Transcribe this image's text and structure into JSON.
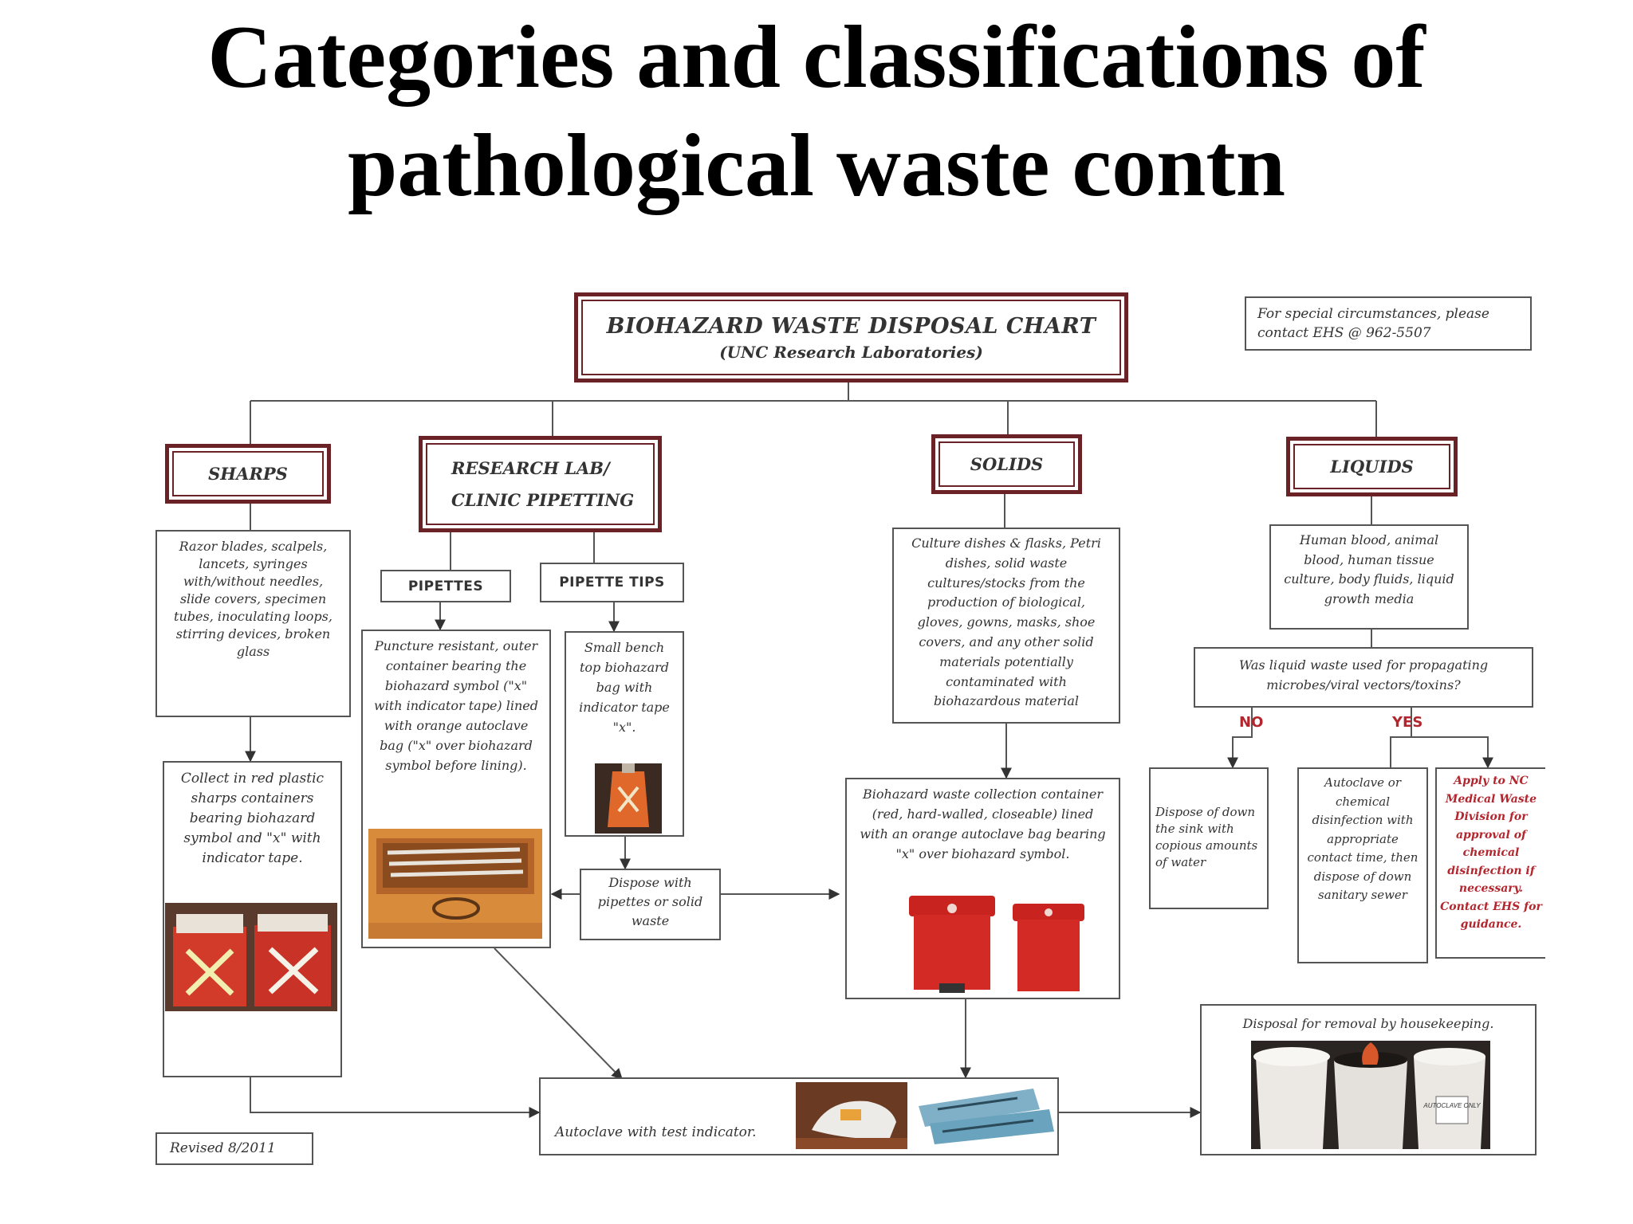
{
  "slide_title": [
    "Categories and classifications of",
    "pathological waste contn"
  ],
  "chart": {
    "title": "BIOHAZARD WASTE DISPOSAL CHART",
    "subtitle": "(UNC Research Laboratories)",
    "contact_note": "For special circumstances, please contact EHS @ 962-5507",
    "categories": {
      "sharps": "SHARPS",
      "research_line1": "RESEARCH LAB/",
      "research_line2": "CLINIC PIPETTING",
      "solids": "SOLIDS",
      "liquids": "LIQUIDS"
    },
    "sharps_items": "Razor blades, scalpels, lancets, syringes with/without needles, slide covers, specimen tubes, inoculating loops, stirring devices, broken glass",
    "sharps_collect": "Collect in red plastic sharps containers bearing biohazard symbol and \"x\" with indicator tape.",
    "pipettes_label": "PIPETTES",
    "pipette_tips_label": "PIPETTE TIPS",
    "pipettes_container": "Puncture resistant, outer container bearing the biohazard symbol (\"x\" with indicator tape) lined with orange autoclave bag (\"x\" over biohazard symbol before lining).",
    "pipette_tips_bag": "Small bench top biohazard bag with indicator tape \"x\".",
    "dispose_with": "Dispose with pipettes or solid waste",
    "solids_items": "Culture dishes & flasks, Petri dishes, solid waste cultures/stocks from the production of biological, gloves, gowns, masks, shoe covers, and any other solid materials potentially contaminated with biohazardous material",
    "solids_container": "Biohazard waste collection container (red, hard-walled, closeable) lined with an orange autoclave bag bearing \"x\" over biohazard symbol.",
    "liquids_items": "Human blood, animal blood, human tissue culture, body fluids, liquid growth media",
    "liquid_question": "Was liquid waste used for propagating microbes/viral vectors/toxins?",
    "no_label": "NO",
    "yes_label": "YES",
    "no_action": "Dispose of down the sink with copious amounts of water",
    "yes_action": "Autoclave or chemical disinfection with appropriate contact time, then dispose of down sanitary sewer",
    "nc_note": "Apply to NC Medical Waste Division for approval of chemical disinfection if necessary. Contact EHS for guidance.",
    "autoclave": "Autoclave with test indicator.",
    "housekeeping": "Disposal for removal by housekeeping.",
    "revised": "Revised 8/2011",
    "bucket_label": "AUTOCLAVE ONLY"
  },
  "colors": {
    "frame": "#6b2226",
    "accent_red": "#b3262e",
    "container_red": "#d42a26",
    "line": "#555555"
  }
}
